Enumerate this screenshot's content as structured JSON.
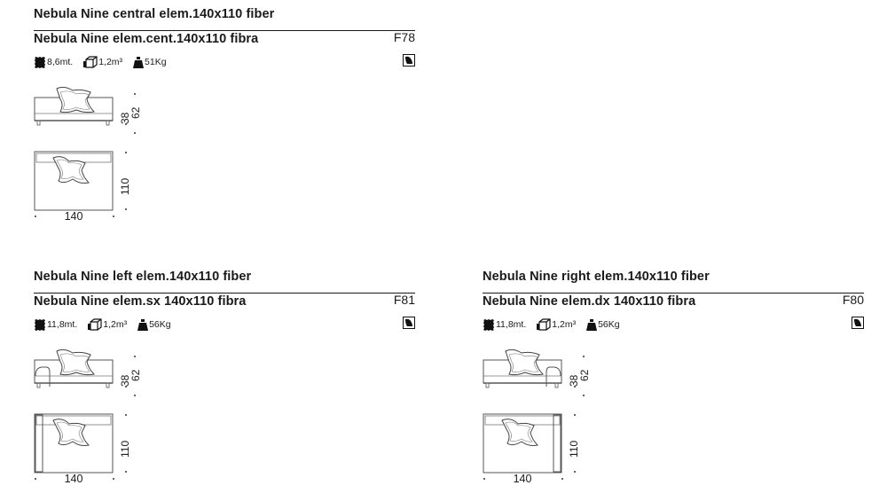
{
  "products": [
    {
      "title_en": "Nebula Nine central elem.140x110 fiber",
      "title_it": "Nebula Nine elem.cent.140x110 fibra",
      "code": "F78",
      "fabric": "8,6mt.",
      "volume": "1,2m³",
      "weight": "51Kg",
      "dims": {
        "seat_h": "38",
        "h": "62",
        "depth": "110",
        "width": "140"
      }
    },
    {
      "title_en": "Nebula Nine left elem.140x110 fiber",
      "title_it": "Nebula Nine elem.sx 140x110 fibra",
      "code": "F81",
      "fabric": "11,8mt.",
      "volume": "1,2m³",
      "weight": "56Kg",
      "dims": {
        "seat_h": "38",
        "h": "62",
        "depth": "110",
        "width": "140"
      }
    },
    {
      "title_en": "Nebula Nine right elem.140x110 fiber",
      "title_it": "Nebula Nine elem.dx 140x110 fibra",
      "code": "F80",
      "fabric": "11,8mt.",
      "volume": "1,2m³",
      "weight": "56Kg",
      "dims": {
        "seat_h": "38",
        "h": "62",
        "depth": "110",
        "width": "140"
      }
    }
  ],
  "icons": {
    "fabric": "fabric-length-icon",
    "volume": "package-volume-icon",
    "weight": "weight-icon",
    "removable": "removable-cover-icon"
  },
  "colors": {
    "ink": "#1a1a1a",
    "line": "#555555"
  }
}
